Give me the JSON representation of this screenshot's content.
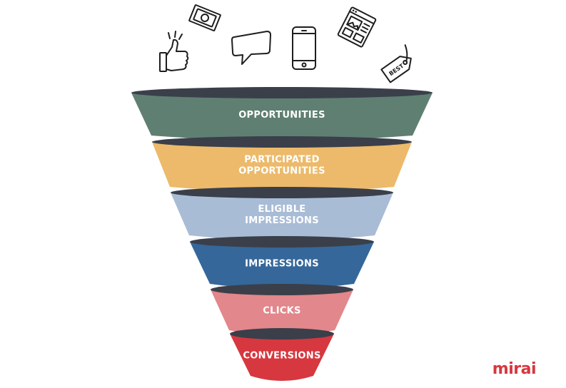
{
  "funnel": {
    "stages": [
      {
        "label_lines": [
          "OPPORTUNITIES"
        ],
        "color": "#5f7f72"
      },
      {
        "label_lines": [
          "PARTICIPATED",
          "OPPORTUNITIES"
        ],
        "color": "#ecba6a"
      },
      {
        "label_lines": [
          "ELIGIBLE",
          "IMPRESSIONS"
        ],
        "color": "#a9bcd6"
      },
      {
        "label_lines": [
          "IMPRESSIONS"
        ],
        "color": "#35679a"
      },
      {
        "label_lines": [
          "CLICKS"
        ],
        "color": "#e2878b"
      },
      {
        "label_lines": [
          "CONVERSIONS"
        ],
        "color": "#d7373f"
      }
    ],
    "rim_color": "#3a3f4a"
  },
  "icons": [
    {
      "name": "thumbs-up-icon"
    },
    {
      "name": "banknote-icon"
    },
    {
      "name": "chat-bubble-icon"
    },
    {
      "name": "smartphone-icon"
    },
    {
      "name": "webpage-layout-icon"
    },
    {
      "name": "price-tag-icon",
      "text": "BEST"
    }
  ],
  "brand": {
    "name": "mirai",
    "color": "#d7373f"
  }
}
